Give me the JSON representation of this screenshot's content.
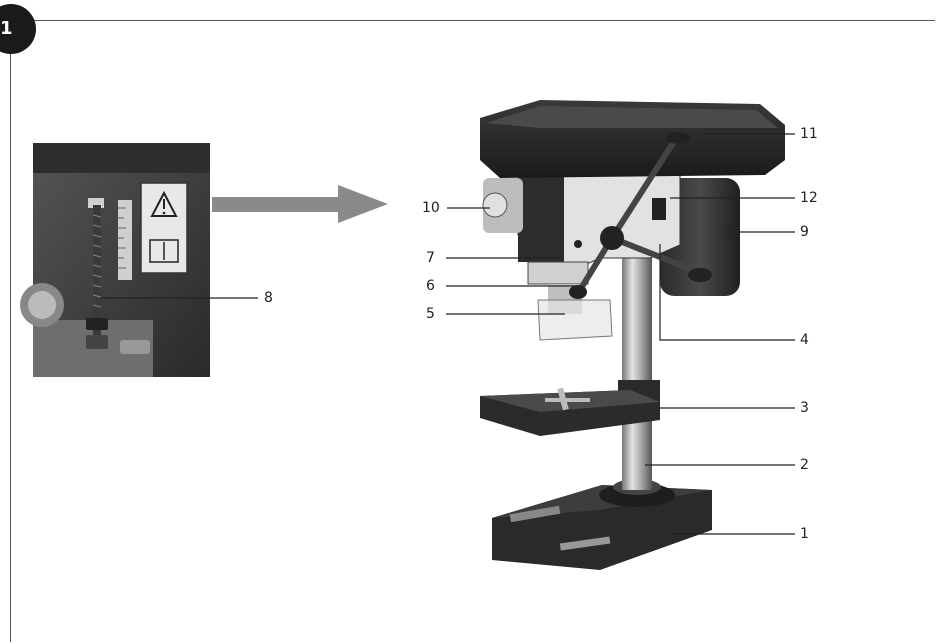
{
  "figure": {
    "number": "1"
  },
  "callouts": {
    "c1": "1",
    "c2": "2",
    "c3": "3",
    "c4": "4",
    "c5": "5",
    "c6": "6",
    "c7": "7",
    "c8": "8",
    "c9": "9",
    "c10": "10",
    "c11": "11",
    "c12": "12"
  }
}
